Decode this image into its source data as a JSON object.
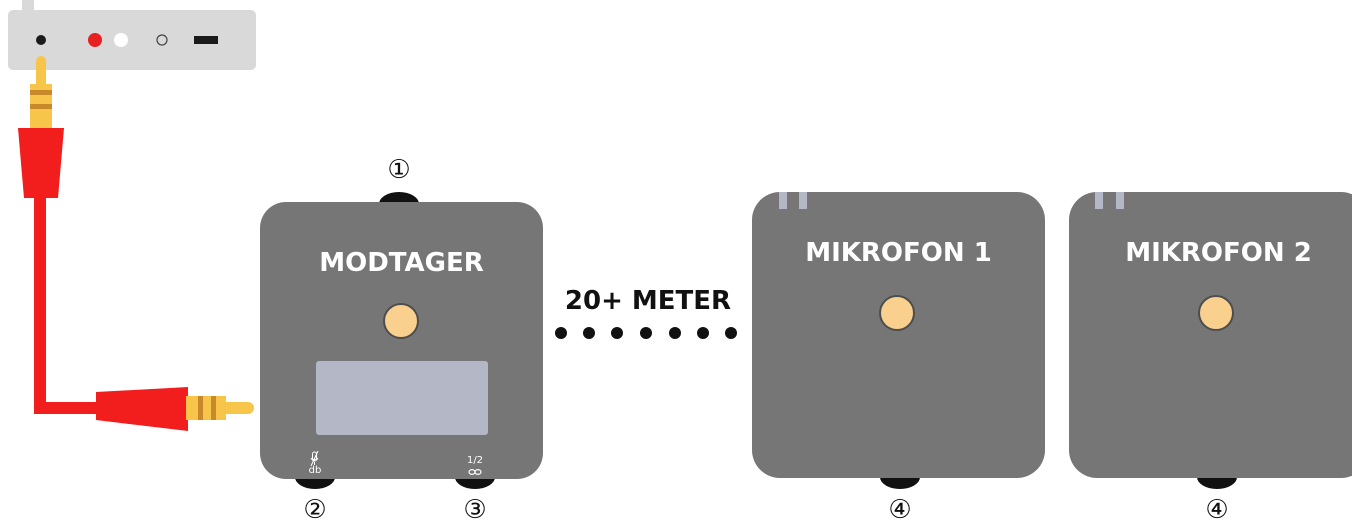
{
  "diagram": {
    "receiver": {
      "label": "MODTAGER",
      "mic_db": "db",
      "channel": "1/2"
    },
    "distance": {
      "label": "20+ METER"
    },
    "mic1": {
      "label": "MIKROFON 1"
    },
    "mic2": {
      "label": "MIKROFON 2"
    },
    "markers": {
      "m1": "①",
      "m2": "②",
      "m3": "③",
      "m4a": "④",
      "m4b": "④"
    },
    "colors": {
      "device": "#767676",
      "button": "#FAD08E",
      "cable": "#F21D1D",
      "plug": "#F7C54A",
      "panel": "#B4B7C6",
      "host": "#D9D9D9"
    }
  }
}
